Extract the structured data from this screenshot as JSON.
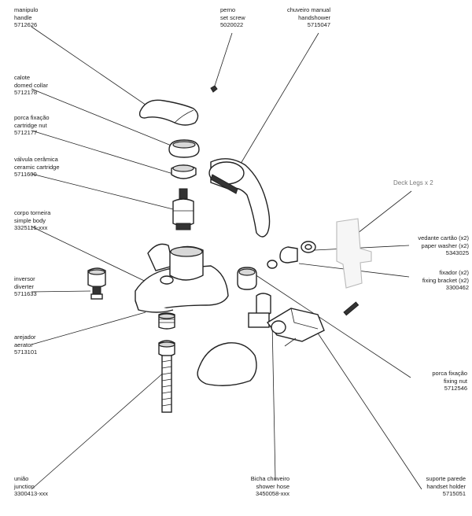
{
  "parts": [
    {
      "pt": "manipulo",
      "en": "handle",
      "code": "5712626"
    },
    {
      "pt": "calote",
      "en": "domed collar",
      "code": "5712178"
    },
    {
      "pt": "porca fixação",
      "en": "cartridge nut",
      "code": "5712177"
    },
    {
      "pt": "válvula cerâmica",
      "en": "ceramic cartridge",
      "code": "5711600"
    },
    {
      "pt": "corpo torneira",
      "en": "simple body",
      "code": "3325115-xxx"
    },
    {
      "pt": "inversor",
      "en": "diverter",
      "code": "5711633"
    },
    {
      "pt": "arejador",
      "en": "aerator",
      "code": "5713101"
    },
    {
      "pt": "união",
      "en": "junction",
      "code": "3300413-xxx"
    },
    {
      "pt": "perno",
      "en": "set screw",
      "code": "5020022"
    },
    {
      "pt": "chuveiro manual",
      "en": "handshower",
      "code": "5715047"
    },
    {
      "pt": "vedante cartão (x2)",
      "en": "paper washer (x2)",
      "code": "5343025"
    },
    {
      "pt": "fixador (x2)",
      "en": "fixing bracket (x2)",
      "code": "3300462"
    },
    {
      "pt": "porca fixação",
      "en": "fixing nut",
      "code": "5712546"
    },
    {
      "pt": "Bicha chuveiro",
      "en": "shower hose",
      "code": "3450058-xxx"
    },
    {
      "pt": "suporte parede",
      "en": "handset holder",
      "code": "5715051"
    }
  ],
  "deck_legs_label": "Deck Legs x 2"
}
